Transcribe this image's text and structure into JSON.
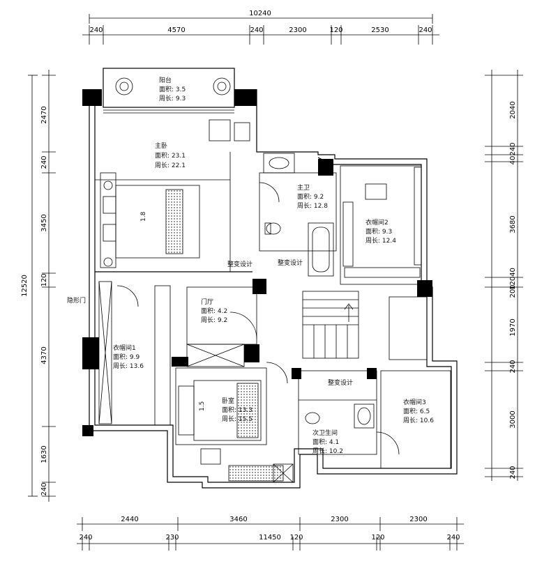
{
  "dimensions": {
    "top_total": "10240",
    "top": [
      "240",
      "4570",
      "240",
      "2300",
      "120",
      "2530",
      "240"
    ],
    "bottom_row1": [
      "2440",
      "3460",
      "2300",
      "2300"
    ],
    "bottom_row2": [
      "240",
      "230",
      "11450",
      "120",
      "120",
      "240"
    ],
    "left_total": "12520",
    "left": [
      "2470",
      "240",
      "3450",
      "120",
      "4370",
      "1630",
      "240"
    ],
    "right": [
      "2040",
      "240",
      "40",
      "3680",
      "12040",
      "200",
      "1970",
      "240",
      "3000",
      "240"
    ]
  },
  "rooms": {
    "balcony": {
      "name": "阳台",
      "area": "面积: 3.5",
      "perimeter": "周长: 9.3"
    },
    "master_bedroom": {
      "name": "主卧",
      "area": "面积: 23.1",
      "perimeter": "周长: 22.1"
    },
    "master_bath": {
      "name": "主卫",
      "area": "面积: 9.2",
      "perimeter": "周长: 12.8"
    },
    "cloakroom_2": {
      "name": "衣帽间2",
      "area": "面积: 9.3",
      "perimeter": "周长: 12.4"
    },
    "entry_hall": {
      "name": "门厅",
      "area": "面积: 4.2",
      "perimeter": "周长: 9.2"
    },
    "cloakroom_1": {
      "name": "衣帽间1",
      "area": "面积: 9.9",
      "perimeter": "周长: 13.6"
    },
    "bedroom_2": {
      "name": "卧室",
      "area": "面积: 13.3",
      "perimeter": "周长: 15.5"
    },
    "cloakroom_3": {
      "name": "衣帽间3",
      "area": "面积: 6.5",
      "perimeter": "周长: 10.6"
    },
    "guest_bath": {
      "name": "次卫生间",
      "area": "面积: 4.1",
      "perimeter": "周长: 10.2"
    }
  },
  "labels": {
    "design_tag": "整变设计",
    "hidden_door": "隐形门",
    "bed_size": "1.8",
    "bed_size_2": "1.5"
  }
}
